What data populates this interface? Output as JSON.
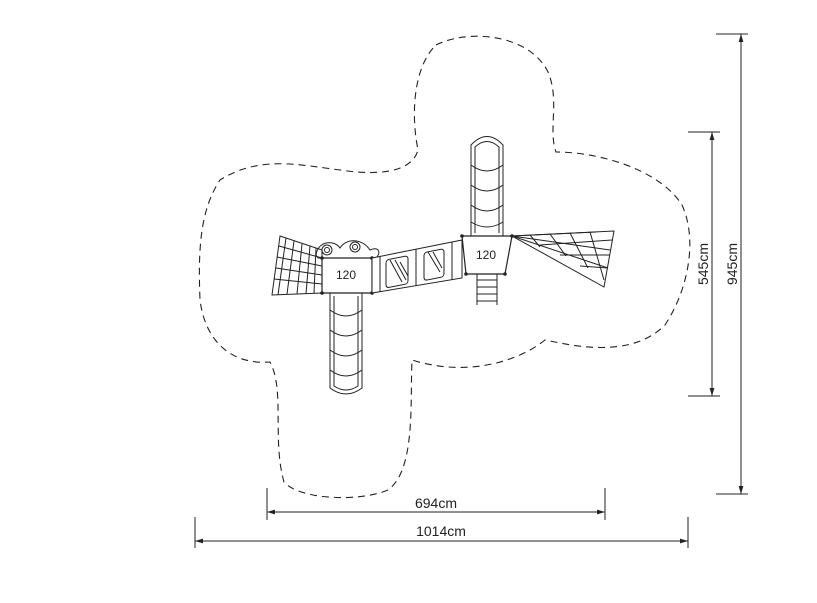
{
  "dimensions": {
    "inner_width": "694cm",
    "outer_width": "1014cm",
    "inner_height": "545cm",
    "outer_height": "945cm"
  },
  "platforms": {
    "left_height": "120",
    "right_height": "120"
  },
  "colors": {
    "line": "#222222",
    "background": "#ffffff"
  }
}
